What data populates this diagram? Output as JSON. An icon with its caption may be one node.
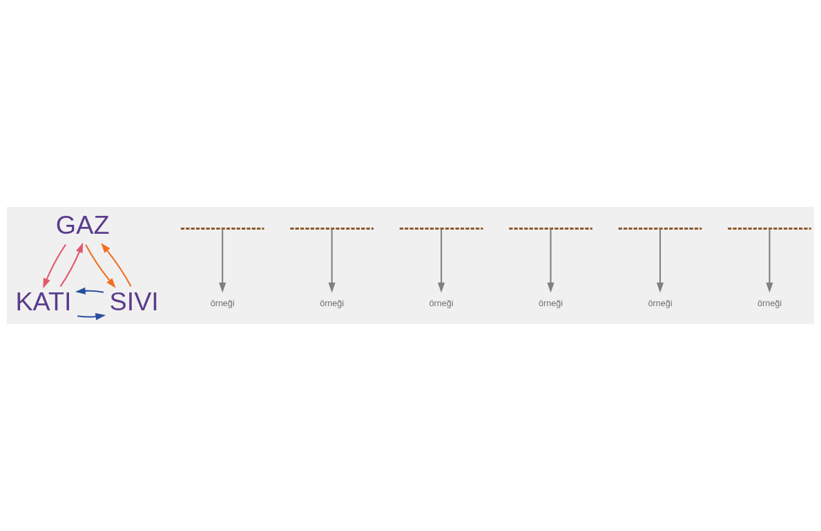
{
  "diagram": {
    "nodes": [
      {
        "text": [
          "GAZ"
        ]
      },
      {
        "text": [
          "KATI"
        ]
      },
      {
        "text": [
          "SIVI"
        ]
      },
      {
        "text": [],
        "shape": "line"
      },
      {
        "text": [],
        "shape": "line"
      },
      {
        "text": [],
        "shape": "line"
      },
      {
        "text": [],
        "shape": "line"
      },
      {
        "text": [],
        "shape": "line"
      },
      {
        "text": [],
        "shape": "line"
      },
      {
        "text": [
          "örneği"
        ]
      },
      {
        "text": [
          "örneği"
        ]
      },
      {
        "text": [
          "örneği"
        ]
      },
      {
        "text": [
          "örneği"
        ]
      },
      {
        "text": [
          "örneği"
        ]
      },
      {
        "text": [
          "örneği"
        ]
      }
    ],
    "edges": [
      {
        "from": 1,
        "to": 0,
        "arrow": "to",
        "color": "#e05a70"
      },
      {
        "from": 0,
        "to": 1,
        "arrow": "to",
        "color": "#e05a70"
      },
      {
        "from": 2,
        "to": 0,
        "arrow": "to",
        "color": "#f07020"
      },
      {
        "from": 0,
        "to": 2,
        "arrow": "to",
        "color": "#f07020"
      },
      {
        "from": 1,
        "to": 2,
        "arrow": "to",
        "color": "#2a4fa0"
      },
      {
        "from": 2,
        "to": 1,
        "arrow": "to",
        "color": "#2a4fa0"
      },
      {
        "from": 3,
        "to": 9,
        "arrow": "to",
        "color": "#808080"
      },
      {
        "from": 4,
        "to": 10,
        "arrow": "to",
        "color": "#808080"
      },
      {
        "from": 5,
        "to": 11,
        "arrow": "to",
        "color": "#808080"
      },
      {
        "from": 6,
        "to": 12,
        "arrow": "to",
        "color": "#808080"
      },
      {
        "from": 7,
        "to": 13,
        "arrow": "to",
        "color": "#808080"
      },
      {
        "from": 8,
        "to": 14,
        "arrow": "to",
        "color": "#808080"
      }
    ]
  }
}
